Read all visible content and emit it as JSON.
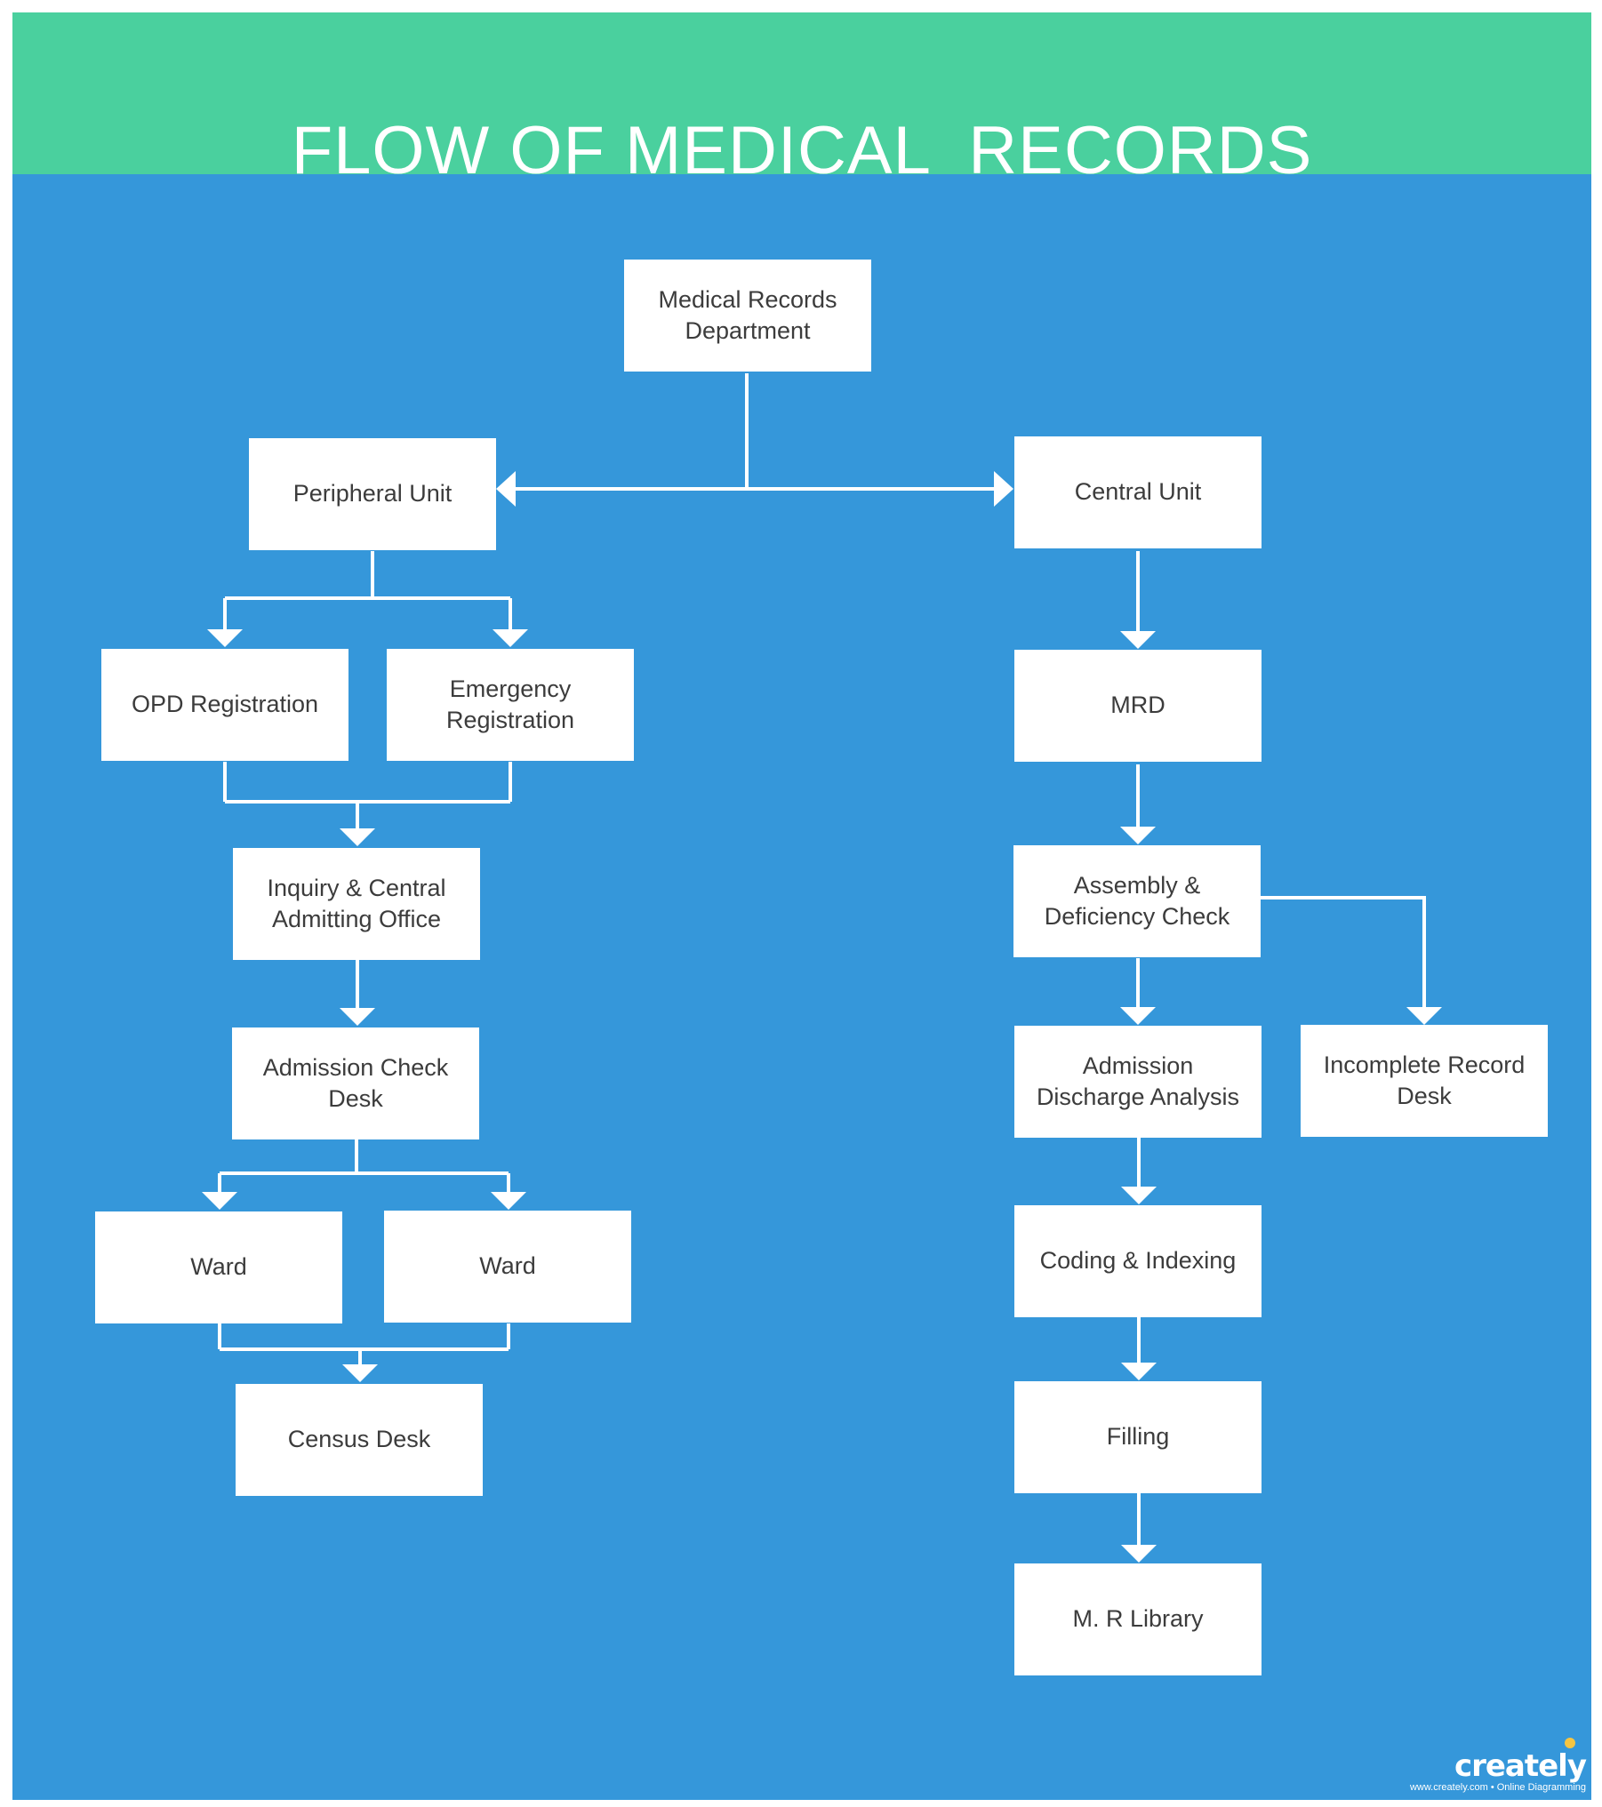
{
  "header": {
    "title": "FLOW OF MEDICAL  RECORDS"
  },
  "nodes": {
    "medical_records_department": [
      "Medical Records",
      "Department"
    ],
    "peripheral_unit": [
      "Peripheral Unit"
    ],
    "central_unit": [
      "Central Unit"
    ],
    "opd_registration": [
      "OPD Registration"
    ],
    "emergency_registration": [
      "Emergency",
      "Registration"
    ],
    "inquiry_central_admitting": [
      "Inquiry & Central",
      "Admitting Office"
    ],
    "admission_check_desk": [
      "Admission Check",
      "Desk"
    ],
    "ward_left": [
      "Ward"
    ],
    "ward_right": [
      "Ward"
    ],
    "census_desk": [
      "Census Desk"
    ],
    "mrd": [
      "MRD"
    ],
    "assembly_deficiency": [
      "Assembly &",
      "Deficiency Check"
    ],
    "admission_discharge": [
      "Admission",
      "Discharge Analysis"
    ],
    "incomplete_record_desk": [
      "Incomplete Record",
      "Desk"
    ],
    "coding_indexing": [
      "Coding & Indexing"
    ],
    "filling": [
      "Filling"
    ],
    "mr_library": [
      "M. R Library"
    ]
  },
  "logo": {
    "word": "creately",
    "tagline": "www.creately.com • Online Diagramming"
  },
  "colors": {
    "header": "#4ad09e",
    "board": "#3597da",
    "node": "#ffffff",
    "text": "#3c3c3c"
  }
}
